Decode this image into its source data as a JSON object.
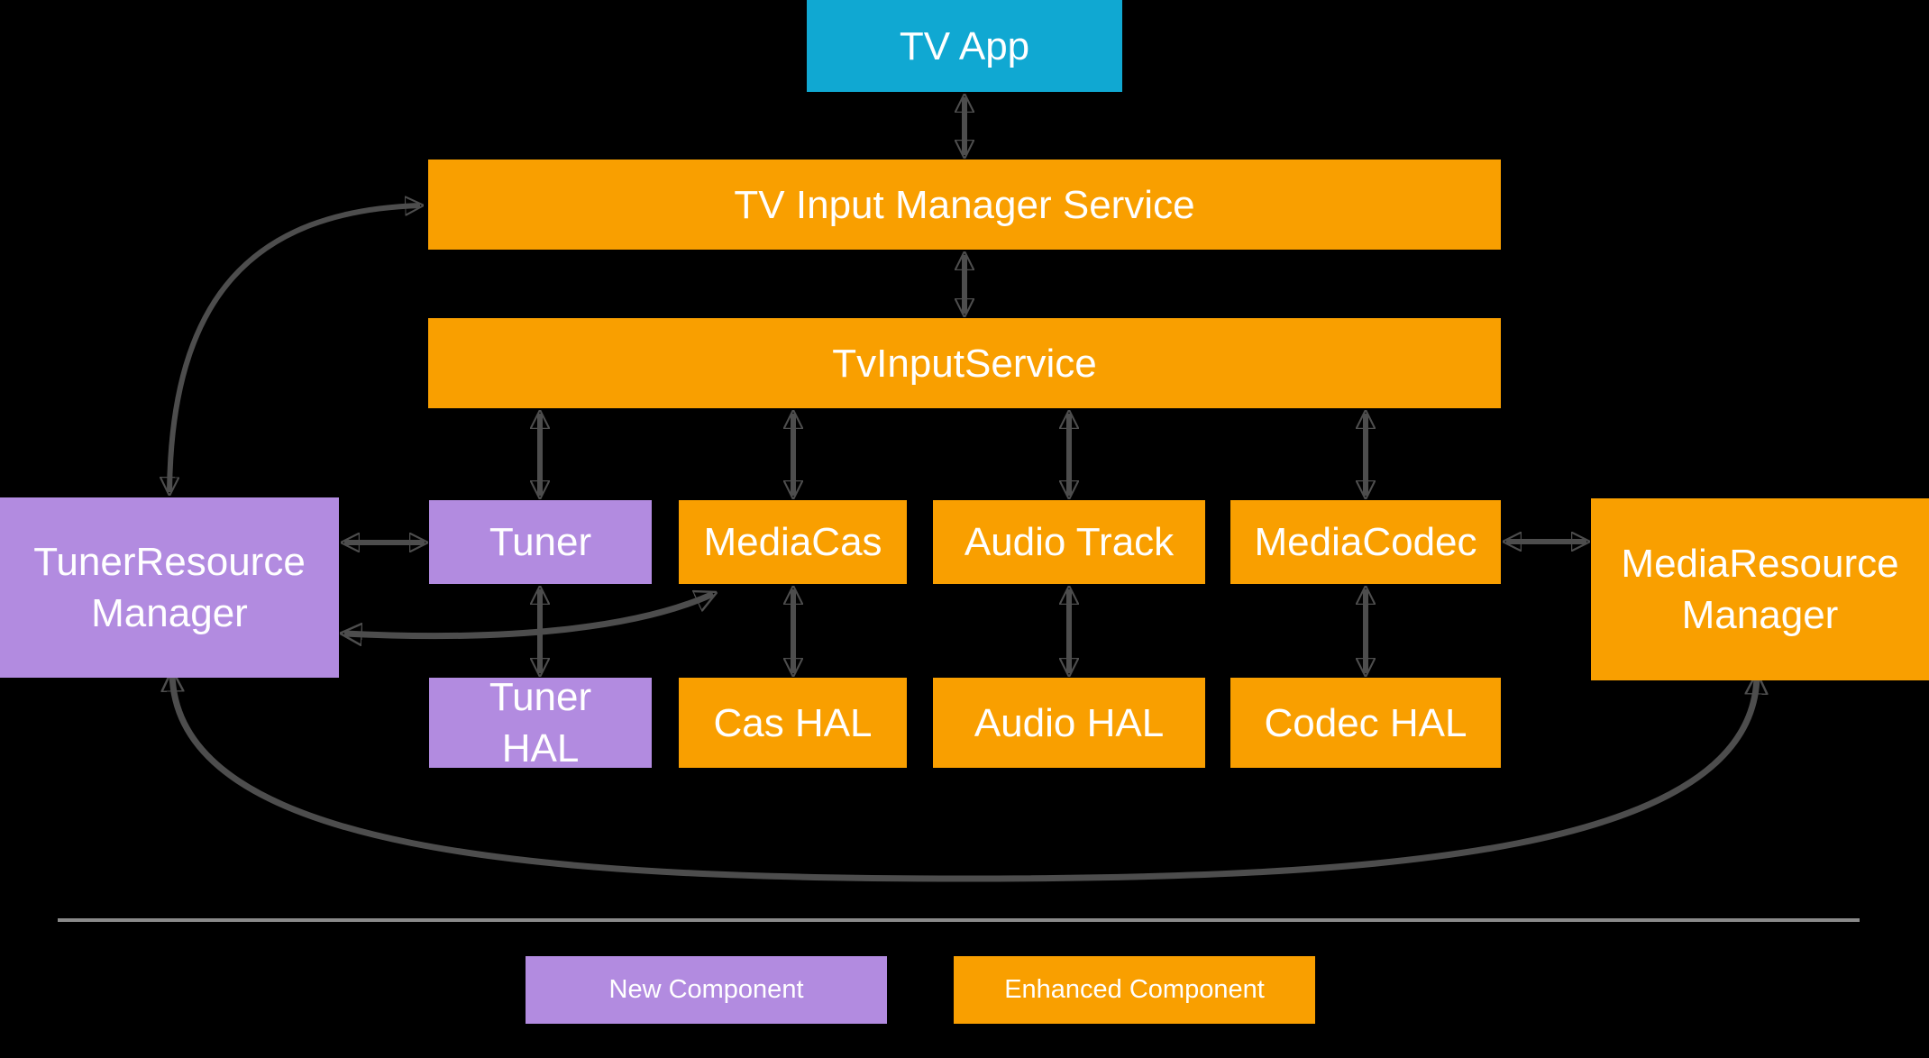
{
  "nodes": {
    "tv_app": {
      "label": "TV App",
      "color": "#10A8D2",
      "type": "app"
    },
    "tv_input_manager_service": {
      "label": "TV Input Manager Service",
      "color": "#F99F00",
      "type": "enhanced"
    },
    "tv_input_service": {
      "label": "TvInputService",
      "color": "#F99F00",
      "type": "enhanced"
    },
    "tuner_resource_manager": {
      "label": "TunerResource Manager",
      "color": "#B28BE0",
      "type": "new"
    },
    "tuner": {
      "label": "Tuner",
      "color": "#B28BE0",
      "type": "new"
    },
    "media_cas": {
      "label": "MediaCas",
      "color": "#F99F00",
      "type": "enhanced"
    },
    "audio_track": {
      "label": "Audio Track",
      "color": "#F99F00",
      "type": "enhanced"
    },
    "media_codec": {
      "label": "MediaCodec",
      "color": "#F99F00",
      "type": "enhanced"
    },
    "media_resource_manager": {
      "label": "MediaResource Manager",
      "color": "#F99F00",
      "type": "enhanced"
    },
    "tuner_hal": {
      "label": "Tuner HAL",
      "color": "#B28BE0",
      "type": "new"
    },
    "cas_hal": {
      "label": "Cas HAL",
      "color": "#F99F00",
      "type": "enhanced"
    },
    "audio_hal": {
      "label": "Audio HAL",
      "color": "#F99F00",
      "type": "enhanced"
    },
    "codec_hal": {
      "label": "Codec HAL",
      "color": "#F99F00",
      "type": "enhanced"
    }
  },
  "legend": {
    "new_component": {
      "label": "New Component",
      "color": "#B28BE0"
    },
    "enhanced_component": {
      "label": "Enhanced Component",
      "color": "#F99F00"
    }
  },
  "connections": [
    {
      "from": "tv_app",
      "to": "tv_input_manager_service",
      "style": "double-arrow-straight"
    },
    {
      "from": "tv_input_manager_service",
      "to": "tv_input_service",
      "style": "double-arrow-straight"
    },
    {
      "from": "tv_input_service",
      "to": "tuner",
      "style": "double-arrow-straight"
    },
    {
      "from": "tv_input_service",
      "to": "media_cas",
      "style": "double-arrow-straight"
    },
    {
      "from": "tv_input_service",
      "to": "audio_track",
      "style": "double-arrow-straight"
    },
    {
      "from": "tv_input_service",
      "to": "media_codec",
      "style": "double-arrow-straight"
    },
    {
      "from": "tuner",
      "to": "tuner_hal",
      "style": "double-arrow-straight"
    },
    {
      "from": "media_cas",
      "to": "cas_hal",
      "style": "double-arrow-straight"
    },
    {
      "from": "audio_track",
      "to": "audio_hal",
      "style": "double-arrow-straight"
    },
    {
      "from": "media_codec",
      "to": "codec_hal",
      "style": "double-arrow-straight"
    },
    {
      "from": "tuner_resource_manager",
      "to": "tuner",
      "style": "double-arrow-straight"
    },
    {
      "from": "media_codec",
      "to": "media_resource_manager",
      "style": "double-arrow-straight"
    },
    {
      "from": "tuner_resource_manager",
      "to": "tv_input_manager_service",
      "style": "double-arrow-curved"
    },
    {
      "from": "media_cas",
      "to": "tuner_resource_manager",
      "style": "double-arrow-curved"
    },
    {
      "from": "tuner_resource_manager",
      "to": "media_resource_manager",
      "style": "double-arrow-curved"
    }
  ],
  "colors": {
    "background": "#000000",
    "arrow": "#4D4D4D",
    "divider": "#8A8A8A",
    "text": "#FFFFFF",
    "new_component": "#B28BE0",
    "enhanced_component": "#F99F00",
    "tv_app": "#10A8D2"
  }
}
